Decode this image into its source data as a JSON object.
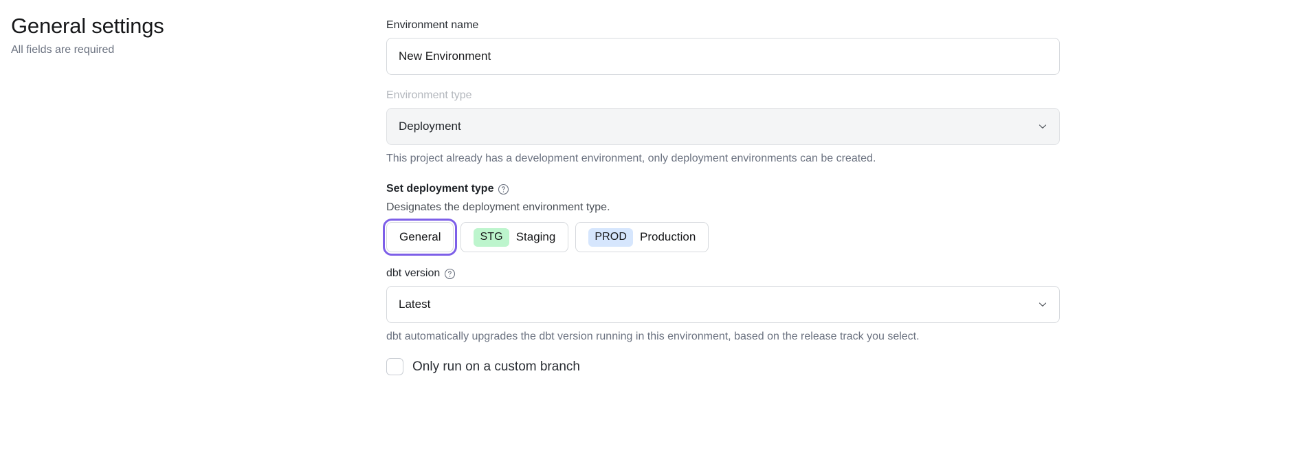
{
  "header": {
    "title": "General settings",
    "subtitle": "All fields are required"
  },
  "form": {
    "environment_name": {
      "label": "Environment name",
      "value": "New Environment",
      "placeholder": "Environment name"
    },
    "environment_type": {
      "label": "Environment type",
      "value": "Deployment",
      "disabled": true,
      "help_text": "This project already has a development environment, only deployment environments can be created.",
      "chevron_icon": "chevron-down-icon"
    },
    "deployment_type": {
      "label": "Set deployment type",
      "help_icon": "question-circle-icon",
      "description": "Designates the deployment environment type.",
      "options": [
        {
          "label": "General",
          "badge": "",
          "badge_style": "",
          "selected": true,
          "focused": true
        },
        {
          "label": "Staging",
          "badge": "STG",
          "badge_style": "stg",
          "selected": false,
          "focused": false
        },
        {
          "label": "Production",
          "badge": "PROD",
          "badge_style": "prod",
          "selected": false,
          "focused": false
        }
      ]
    },
    "dbt_version": {
      "label": "dbt version",
      "help_icon": "question-circle-icon",
      "value": "Latest",
      "help_text": "dbt automatically upgrades the dbt version running in this environment, based on the release track you select.",
      "chevron_icon": "chevron-down-icon"
    },
    "custom_branch": {
      "label": "Only run on a custom branch",
      "checked": false
    }
  },
  "colors": {
    "focus_ring": "#7d5fe8",
    "badge_staging_bg": "#bdf5cd",
    "badge_production_bg": "#d6e6fd",
    "text_primary": "#17181a",
    "text_muted": "#6b7280",
    "border": "#d6d9dd",
    "disabled_bg": "#f4f5f6"
  }
}
